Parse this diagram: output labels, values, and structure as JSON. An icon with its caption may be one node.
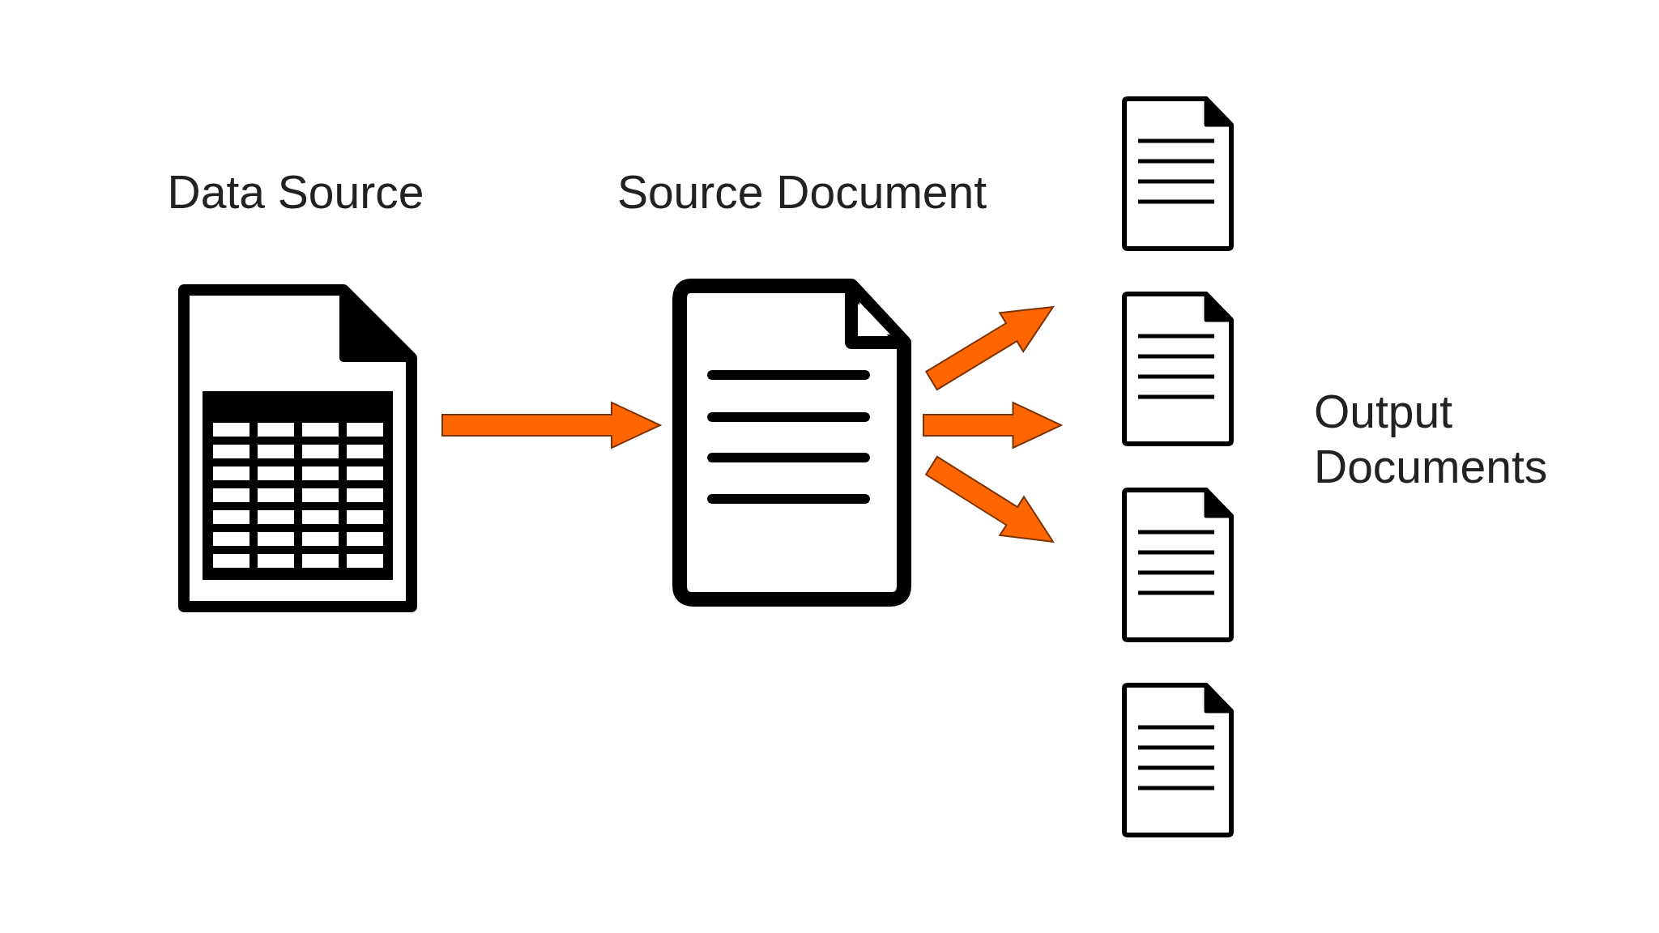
{
  "diagram": {
    "nodes": [
      {
        "text": [
          "Data Source"
        ]
      },
      {
        "text": [
          "Source Document"
        ]
      },
      {
        "text": [],
        "shape": "document"
      },
      {
        "text": [],
        "shape": "document"
      },
      {
        "text": [],
        "shape": "document"
      },
      {
        "text": [],
        "shape": "document"
      }
    ],
    "edges": [
      {
        "from": 0,
        "to": 1,
        "arrow": "to"
      },
      {
        "from": 1,
        "to": null,
        "arrow": "to"
      },
      {
        "from": 1,
        "to": null,
        "arrow": "to"
      },
      {
        "from": 1,
        "to": null,
        "arrow": "to"
      }
    ],
    "labels": [
      "Output Documents"
    ]
  }
}
